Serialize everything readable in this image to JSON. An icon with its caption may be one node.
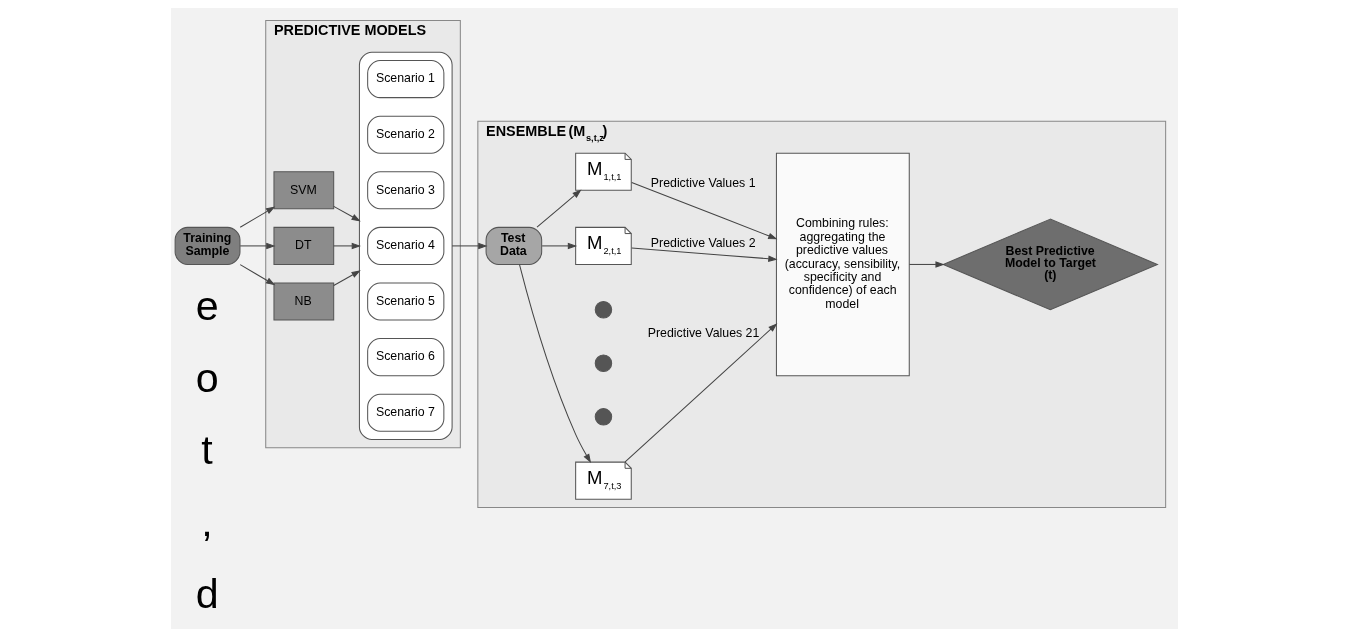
{
  "diagram": {
    "nodes": [
      {
        "text": [
          "Training Sample"
        ]
      },
      {
        "text": [
          "PREDICTIVE MODELS"
        ]
      },
      {
        "text": [
          "SVM"
        ],
        "in": 1
      },
      {
        "text": [
          "DT"
        ],
        "in": 1
      },
      {
        "text": [
          "NB"
        ],
        "in": 1
      },
      {
        "text": [],
        "shape": "box",
        "in": 1
      },
      {
        "text": [
          "Scenario 1"
        ],
        "in": 5
      },
      {
        "text": [
          "Scenario 2"
        ],
        "in": 5
      },
      {
        "text": [
          "Scenario 3"
        ],
        "in": 5
      },
      {
        "text": [
          "Scenario 4"
        ],
        "in": 5
      },
      {
        "text": [
          "Scenario 5"
        ],
        "in": 5
      },
      {
        "text": [
          "Scenario 6"
        ],
        "in": 5
      },
      {
        "text": [
          "Scenario 7"
        ],
        "in": 5
      },
      {
        "text": [
          "**ENSEMBLE** (M$_{s,t,z}$)"
        ]
      },
      {
        "text": [
          "Test Data"
        ],
        "in": 13
      },
      {
        "text": [
          "M$_{1,t,1}$"
        ],
        "in": 13
      },
      {
        "text": [
          "M$_{2,t,1}$"
        ],
        "in": 13
      },
      {
        "text": [],
        "shape": "circle",
        "in": 13
      },
      {
        "text": [],
        "shape": "circle",
        "in": 13
      },
      {
        "text": [],
        "shape": "circle",
        "in": 13
      },
      {
        "text": [
          "M$_{7,t,3}$"
        ],
        "in": 13
      },
      {
        "text": [
          "Combining rules: aggregating the predictive values (accuracy, sensibility, specificity and confidence) of each model"
        ],
        "in": 13
      },
      {
        "text": [
          "Best Predictive Model to Target (t)"
        ],
        "in": 13
      }
    ],
    "edges": [
      {
        "from": 0,
        "to": 2,
        "arrow": "to"
      },
      {
        "from": 0,
        "to": 3,
        "arrow": "to"
      },
      {
        "from": 0,
        "to": 4,
        "arrow": "to"
      },
      {
        "from": 2,
        "to": 5,
        "arrow": "to"
      },
      {
        "from": 3,
        "to": 5,
        "arrow": "to"
      },
      {
        "from": 4,
        "to": 5,
        "arrow": "to"
      },
      {
        "from": 5,
        "to": 14,
        "arrow": "to"
      },
      {
        "from": 14,
        "to": 15,
        "arrow": "to"
      },
      {
        "from": 14,
        "to": 16,
        "arrow": "to"
      },
      {
        "from": 14,
        "to": 20,
        "arrow": "to"
      },
      {
        "from": 15,
        "to": 21,
        "label": "Predictive Values 1",
        "arrow": "to"
      },
      {
        "from": 16,
        "to": 21,
        "label": "Predictive Values 2",
        "arrow": "to"
      },
      {
        "from": 20,
        "to": 21,
        "label": "Predictive Values 21",
        "arrow": "to"
      },
      {
        "from": 21,
        "to": 22,
        "arrow": "to"
      }
    ],
    "labels": [
      "e",
      "o",
      "t",
      ",",
      "d"
    ]
  }
}
